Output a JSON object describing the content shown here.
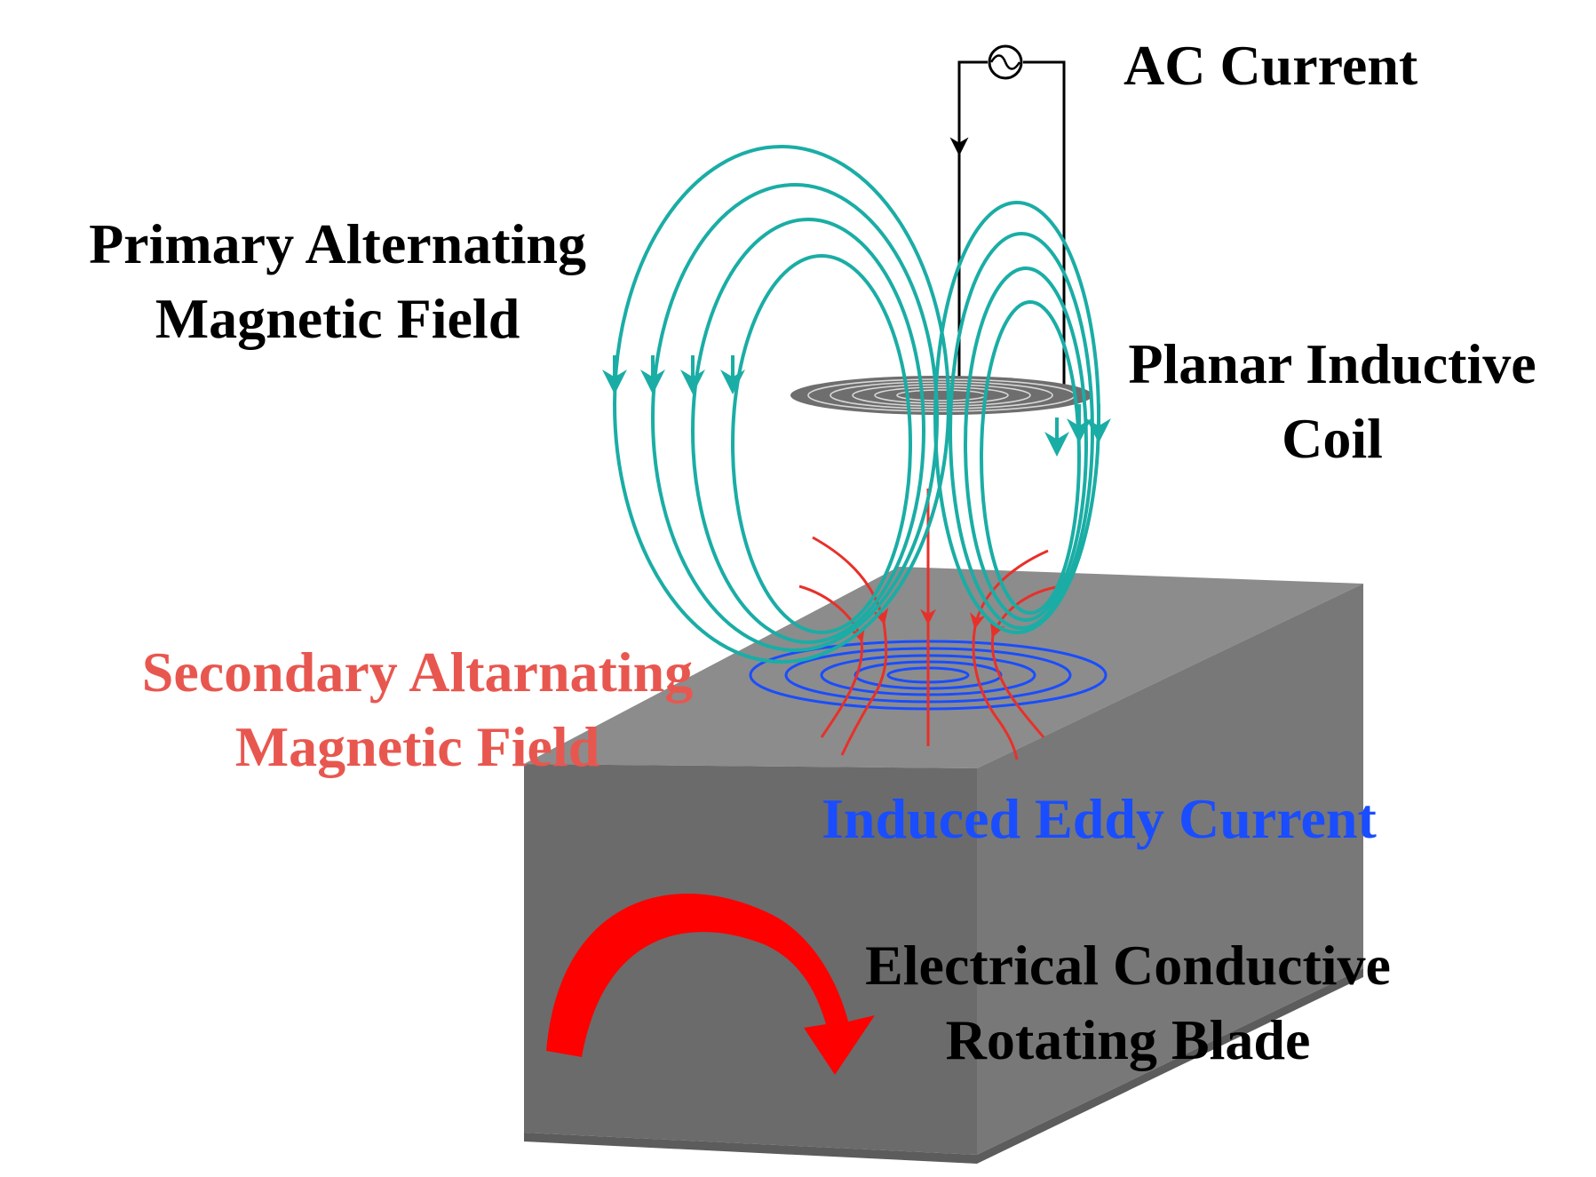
{
  "labels": {
    "ac_current": "AC Current",
    "primary_field": [
      "Primary Alternating",
      "Magnetic Field"
    ],
    "planar_coil": [
      "Planar Inductive",
      "Coil"
    ],
    "secondary_field": [
      "Secondary Altarnating",
      "Magnetic Field"
    ],
    "eddy_current": "Induced Eddy Current",
    "blade": [
      "Electrical Conductive",
      "Rotating Blade"
    ]
  },
  "colors": {
    "primary_field": "#1aada5",
    "secondary_field": "#e8574f",
    "secondary_field_lines": "#e8302a",
    "eddy_current": "#1a4dff",
    "block_top": "#8c8c8c",
    "block_front": "#6b6b6b",
    "block_side": "#787878",
    "rotation_arrow": "#ff0000",
    "coil": "#6e6e6e",
    "text": "#000000"
  },
  "icons": {
    "ac_source": "ac-source-icon",
    "rotation": "curved-arrow-icon"
  }
}
